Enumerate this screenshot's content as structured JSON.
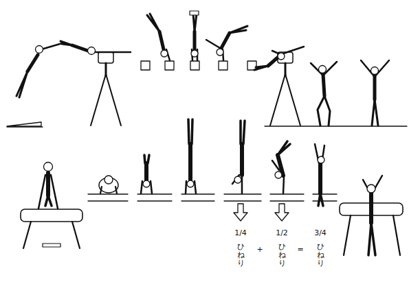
{
  "diagram": {
    "labels": [
      "1/4",
      "ひねり",
      "+",
      "1/2",
      "ひねり",
      "=",
      "3/4",
      "ひねり"
    ]
  }
}
